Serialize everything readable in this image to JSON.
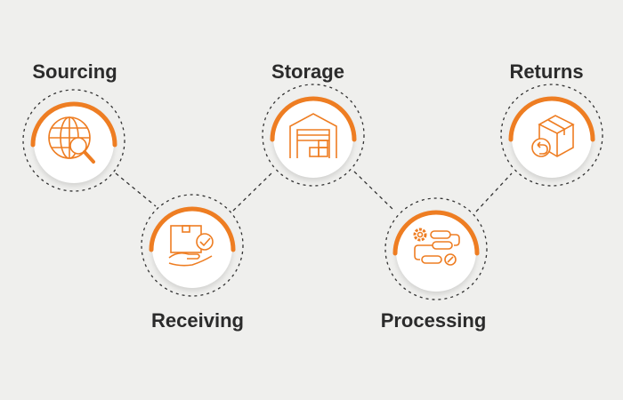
{
  "title": "Supply chain stages",
  "accent_color": "#ee7d22",
  "steps": [
    {
      "label": "Sourcing",
      "icon": "globe-search-icon"
    },
    {
      "label": "Receiving",
      "icon": "box-hand-check-icon"
    },
    {
      "label": "Storage",
      "icon": "warehouse-icon"
    },
    {
      "label": "Processing",
      "icon": "workflow-gear-icon"
    },
    {
      "label": "Returns",
      "icon": "box-return-icon"
    }
  ]
}
